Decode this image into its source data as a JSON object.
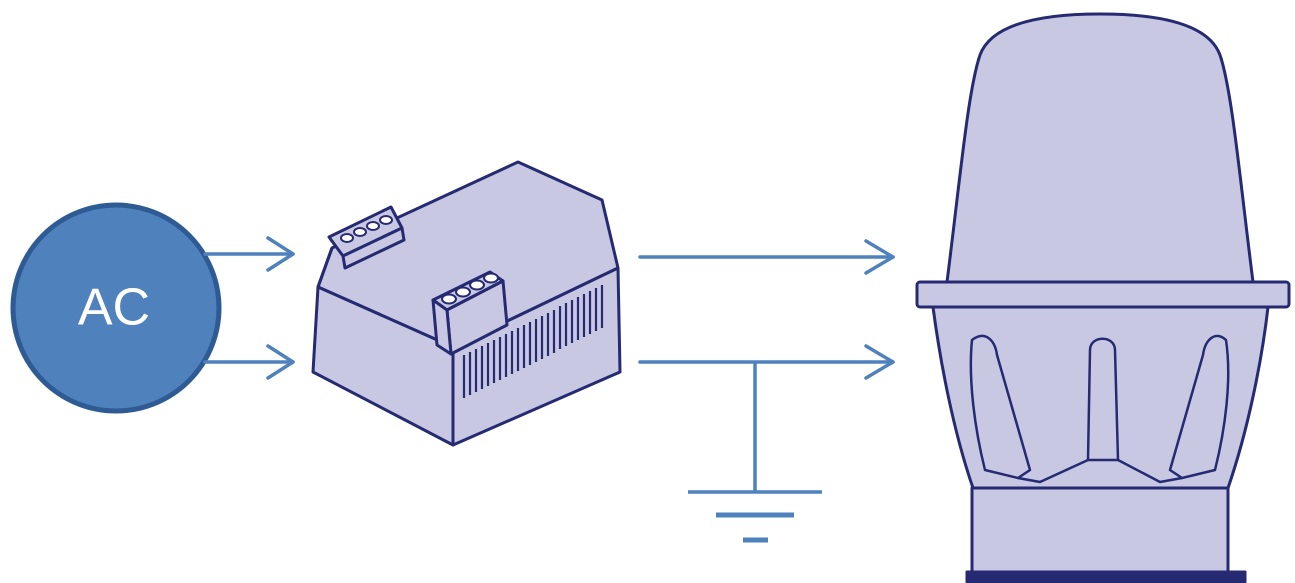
{
  "source": {
    "label": "AC",
    "fill": "#4f81bd",
    "stroke": "#2e5b93"
  },
  "colors": {
    "wire": "#4f81bd",
    "device_fill": "#c8c8e2",
    "device_stroke": "#252a72"
  },
  "components": [
    {
      "name": "ac-source",
      "icon": "ac-power-source-icon"
    },
    {
      "name": "power-supply",
      "icon": "din-rail-power-supply-icon"
    },
    {
      "name": "ground",
      "icon": "ground-symbol-icon"
    },
    {
      "name": "beacon",
      "icon": "warning-beacon-icon"
    }
  ]
}
